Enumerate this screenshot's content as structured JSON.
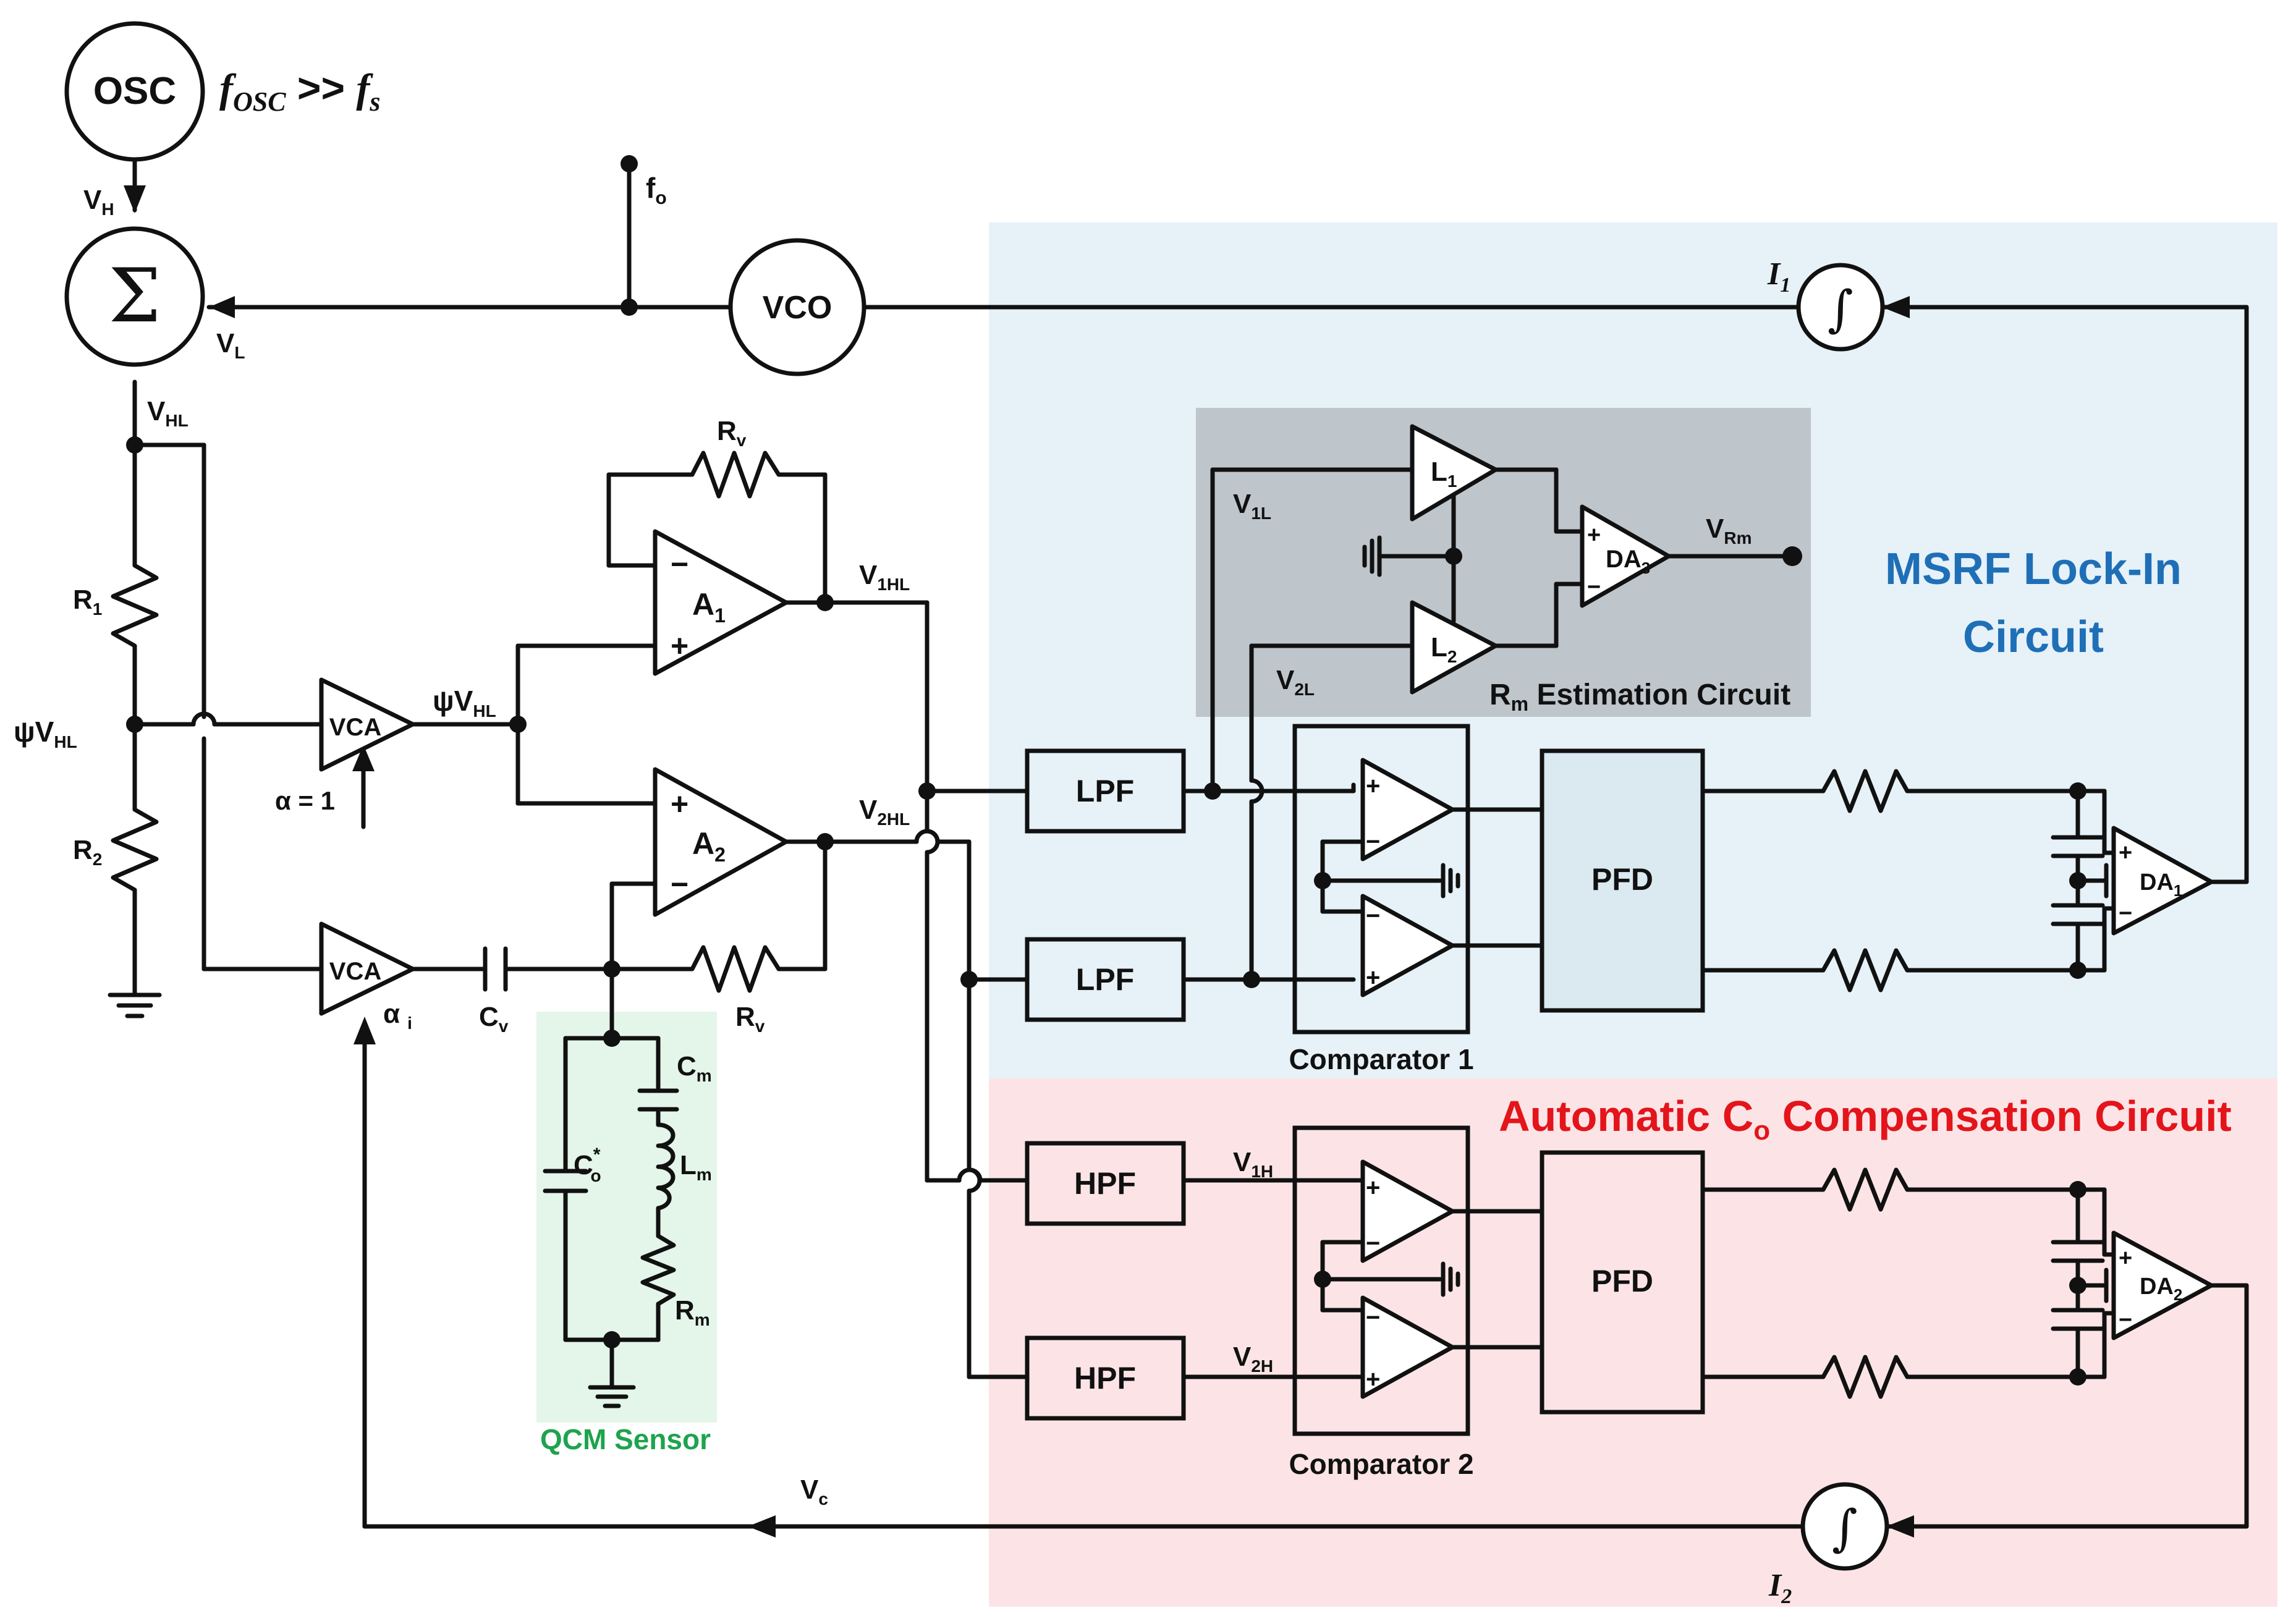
{
  "regions": {
    "msrf": {
      "title_line1": "MSRF Lock-In",
      "title_line2": "Circuit",
      "fill": "#e6f1f8",
      "title_color": "#1f6fb7"
    },
    "auto_comp": {
      "title_main": "Automatic C",
      "title_sub": "o",
      "title_rest": " Compensation Circuit",
      "fill": "#fce4e6",
      "title_color": "#e4141b"
    },
    "rm_estimation": {
      "title_main": "R",
      "title_sub": "m",
      "title_rest": " Estimation Circuit",
      "fill": "#bec5cb"
    },
    "qcm": {
      "title": "QCM Sensor",
      "fill": "#e4f5ea",
      "title_color": "#1ea34e"
    }
  },
  "blocks": {
    "osc": "OSC",
    "sum": "Σ",
    "vco": "VCO",
    "vca1": "VCA",
    "vca2": "VCA",
    "lpf1": "LPF",
    "lpf2": "LPF",
    "hpf1": "HPF",
    "hpf2": "HPF",
    "pfd1": "PFD",
    "pfd2": "PFD",
    "comparator1": "Comparator 1",
    "comparator2": "Comparator 2",
    "integral": "∫"
  },
  "amplifiers": {
    "a1": {
      "main": "A",
      "sub": "1"
    },
    "a2": {
      "main": "A",
      "sub": "2"
    },
    "l1": {
      "main": "L",
      "sub": "1"
    },
    "l2": {
      "main": "L",
      "sub": "2"
    },
    "da1": {
      "main": "DA",
      "sub": "1"
    },
    "da2": {
      "main": "DA",
      "sub": "2"
    },
    "da3": {
      "main": "DA",
      "sub": "3"
    }
  },
  "labels": {
    "fosc": {
      "f": "f",
      "sub": "OSC",
      "rel": " >> ",
      "f2": "f",
      "sub2": "s"
    },
    "vh": {
      "main": "V",
      "sub": "H"
    },
    "vl": {
      "main": "V",
      "sub": "L"
    },
    "vhl": {
      "main": "V",
      "sub": "HL"
    },
    "fo": {
      "main": "f",
      "sub": "o"
    },
    "i1": {
      "main": "I",
      "sub": "1"
    },
    "i2": {
      "main": "I",
      "sub": "2"
    },
    "r1": {
      "main": "R",
      "sub": "1"
    },
    "r2": {
      "main": "R",
      "sub": "2"
    },
    "psivhl_left": {
      "main": "ψV",
      "sub": "HL"
    },
    "psivhl_mid": {
      "main": "ψV",
      "sub": "HL"
    },
    "alpha1": "α = 1",
    "alphai": {
      "main": "α",
      "sub": "i"
    },
    "rv_top": {
      "main": "R",
      "sub": "v"
    },
    "rv_bot": {
      "main": "R",
      "sub": "v"
    },
    "cv": {
      "main": "C",
      "sub": "v"
    },
    "v1hl": {
      "main": "V",
      "sub": "1HL"
    },
    "v2hl": {
      "main": "V",
      "sub": "2HL"
    },
    "v1l": {
      "main": "V",
      "sub": "1L"
    },
    "v2l": {
      "main": "V",
      "sub": "2L"
    },
    "vrm": {
      "main": "V",
      "sub": "Rm"
    },
    "v1h": {
      "main": "V",
      "sub": "1H"
    },
    "v2h": {
      "main": "V",
      "sub": "2H"
    },
    "vc": {
      "main": "V",
      "sub": "c"
    },
    "cm": {
      "main": "C",
      "sub": "m"
    },
    "lm": {
      "main": "L",
      "sub": "m"
    },
    "rm": {
      "main": "R",
      "sub": "m"
    },
    "co": {
      "main": "C",
      "sub": "o",
      "sup": "*"
    },
    "minus": "−",
    "plus": "+"
  }
}
